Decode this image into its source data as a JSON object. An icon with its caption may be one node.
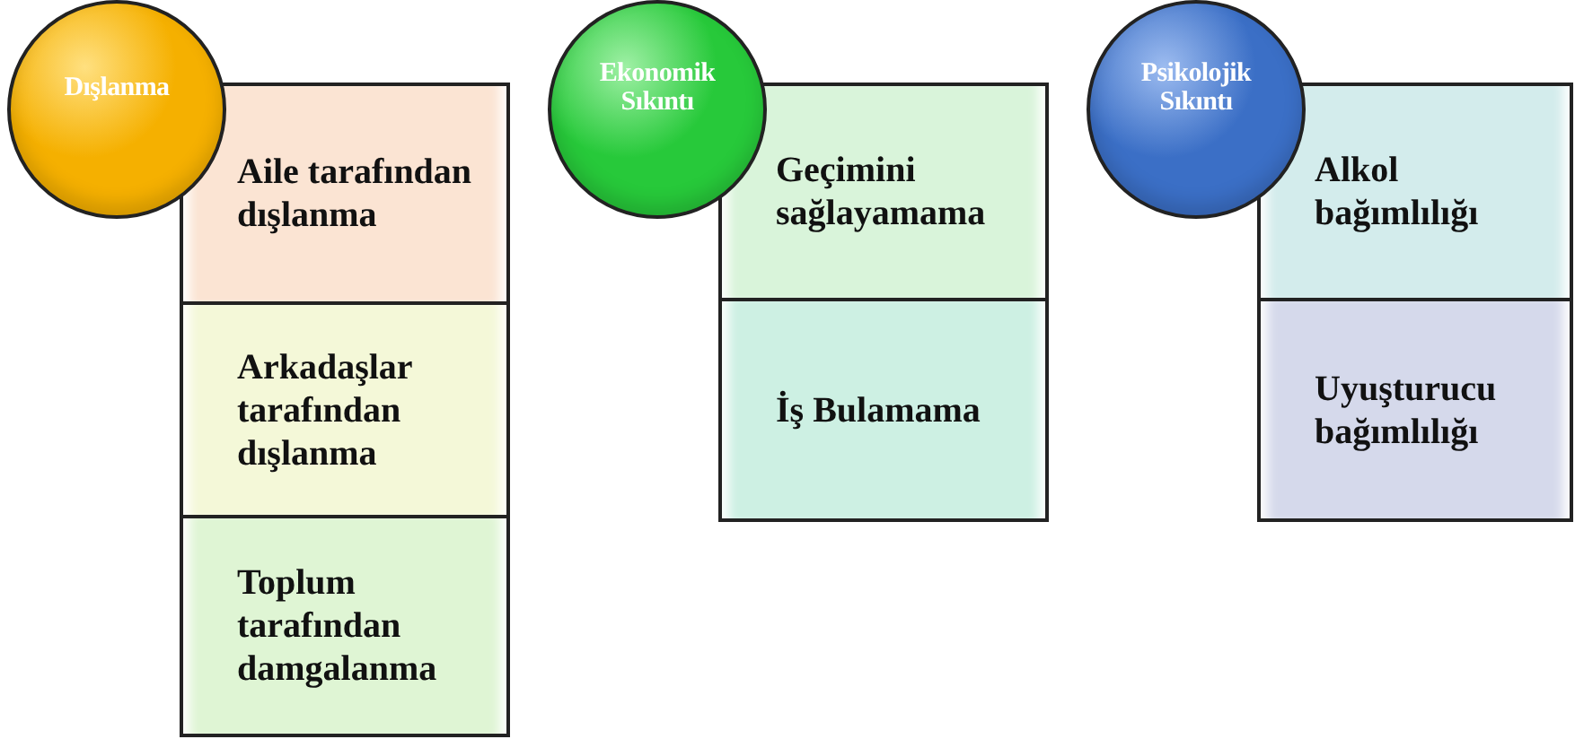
{
  "diagram": {
    "nodes": [
      {
        "text": [
          "Dışlanma"
        ]
      },
      {
        "text": [
          "Aile tarafından dışlanma"
        ]
      },
      {
        "text": [
          "Arkadaşlar tarafından dışlanma"
        ]
      },
      {
        "text": [
          "Toplum tarafından damgalanma"
        ]
      },
      {
        "text": [
          "Ekonomik Sıkıntı"
        ]
      },
      {
        "text": [
          "Geçimini sağlayamama"
        ]
      },
      {
        "text": [
          "İş Bulamama"
        ]
      },
      {
        "text": [
          "Psikolojik Sıkıntı"
        ]
      },
      {
        "text": [
          "Alkol bağımlılığı"
        ]
      },
      {
        "text": [
          "Uyuşturucu bağımlılığı"
        ]
      }
    ]
  }
}
